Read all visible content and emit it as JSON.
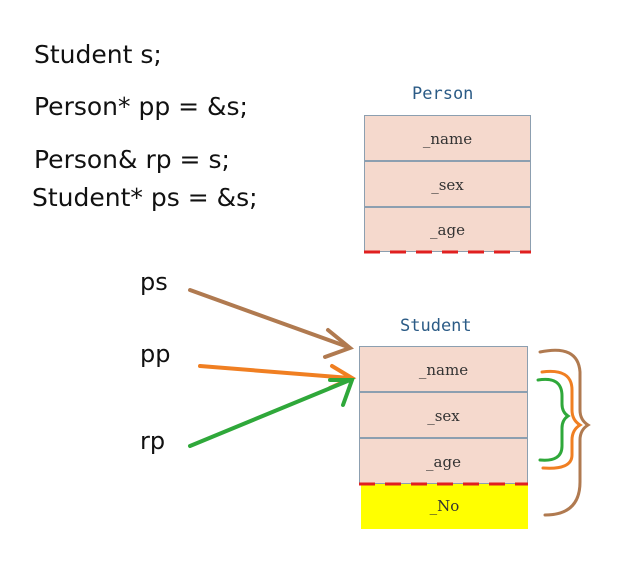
{
  "code": [
    "Student s;",
    "Person* pp = &s;",
    "Person& rp = s;",
    "Student* ps = &s;"
  ],
  "person": {
    "title": "Person",
    "fields": [
      "_name",
      "_sex",
      "_age"
    ]
  },
  "student": {
    "title": "Student",
    "fields": [
      "_name",
      "_sex",
      "_age"
    ],
    "extra_field": "_No"
  },
  "pointers": [
    {
      "label": "ps",
      "color": "#b07a50"
    },
    {
      "label": "pp",
      "color": "#f07f22"
    },
    {
      "label": "rp",
      "color": "#2fa83a"
    }
  ],
  "colors": {
    "field_bg": "#f5d9cd",
    "extra_bg": "#ffff00",
    "slice_line": "#e02020",
    "title_text": "#2b5b86"
  }
}
